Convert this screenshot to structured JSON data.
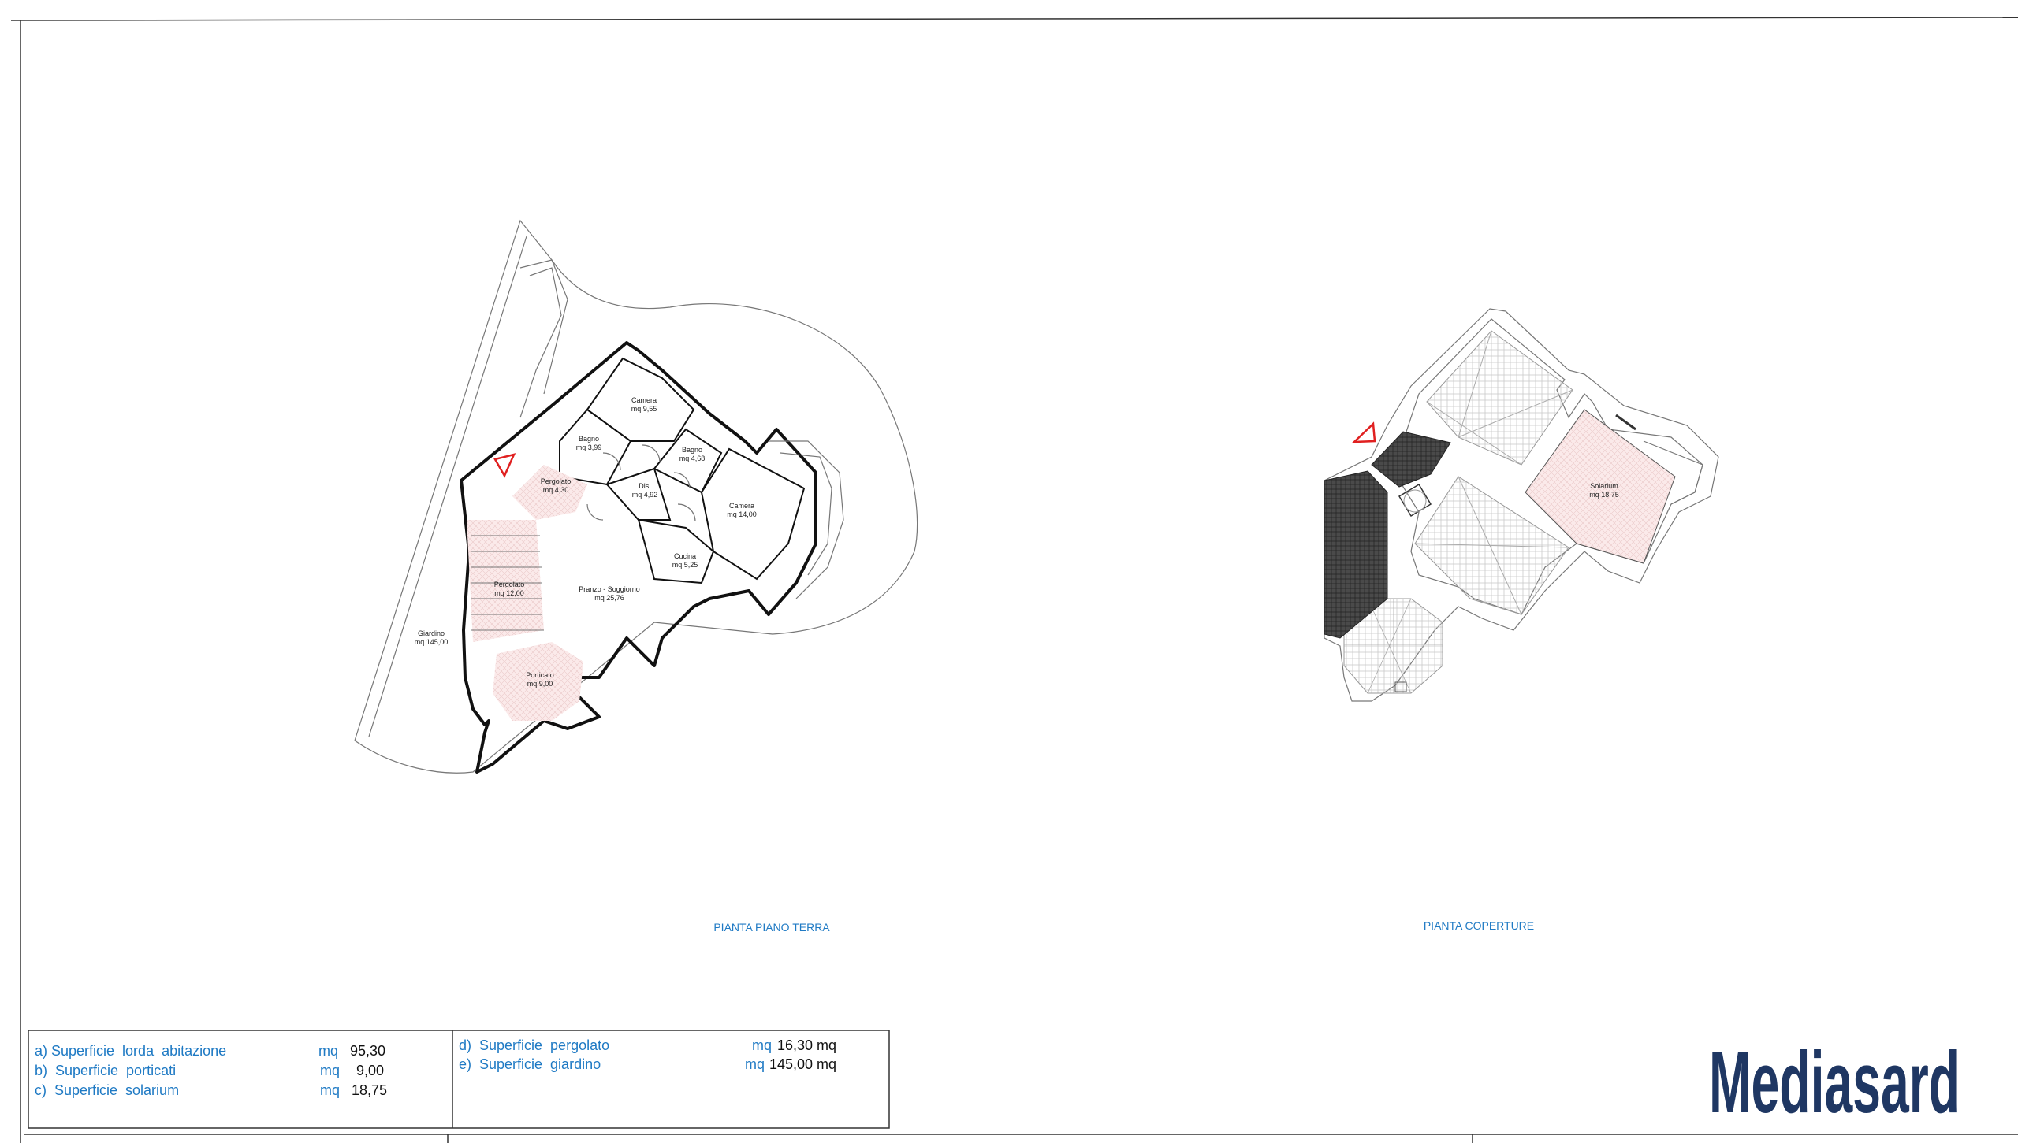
{
  "plans": {
    "ground": {
      "caption": "PIANTA PIANO TERRA",
      "rooms": [
        {
          "name": "Camera",
          "area": "mq 9,55"
        },
        {
          "name": "Bagno",
          "area": "mq 3,99"
        },
        {
          "name": "Bagno",
          "area": "mq 4,68"
        },
        {
          "name": "Pergolato",
          "area": "mq 4,30"
        },
        {
          "name": "Dis.",
          "area": "mq 4,92"
        },
        {
          "name": "Camera",
          "area": "mq 14,00"
        },
        {
          "name": "Cucina",
          "area": "mq 5,25"
        },
        {
          "name": "Pergolato",
          "area": "mq 12,00"
        },
        {
          "name": "Pranzo - Soggiorno",
          "area": "mq 25,76"
        },
        {
          "name": "Giardino",
          "area": "mq 145,00"
        },
        {
          "name": "Porticato",
          "area": "mq 9,00"
        }
      ]
    },
    "roof": {
      "caption": "PIANTA COPERTURE",
      "rooms": [
        {
          "name": "Solarium",
          "area": "mq 18,75"
        }
      ]
    }
  },
  "summary": {
    "left": [
      {
        "label": "a) Superficie  lorda  abitazione",
        "unit": "mq",
        "value": "95,30"
      },
      {
        "label": "b)  Superficie  porticati",
        "unit": "mq",
        "value": "9,00"
      },
      {
        "label": "c)  Superficie  solarium",
        "unit": "mq",
        "value": "18,75"
      }
    ],
    "right": [
      {
        "label": "d)  Superficie  pergolato",
        "unit": "mq",
        "value": "16,30 mq"
      },
      {
        "label": "e)  Superficie  giardino",
        "unit": "mq",
        "value": "145,00 mq"
      }
    ]
  },
  "brand": {
    "name": "Mediasard",
    "color": "#1f3763"
  },
  "colors": {
    "caption": "#1f7ac4",
    "north_marker": "#e02020"
  }
}
